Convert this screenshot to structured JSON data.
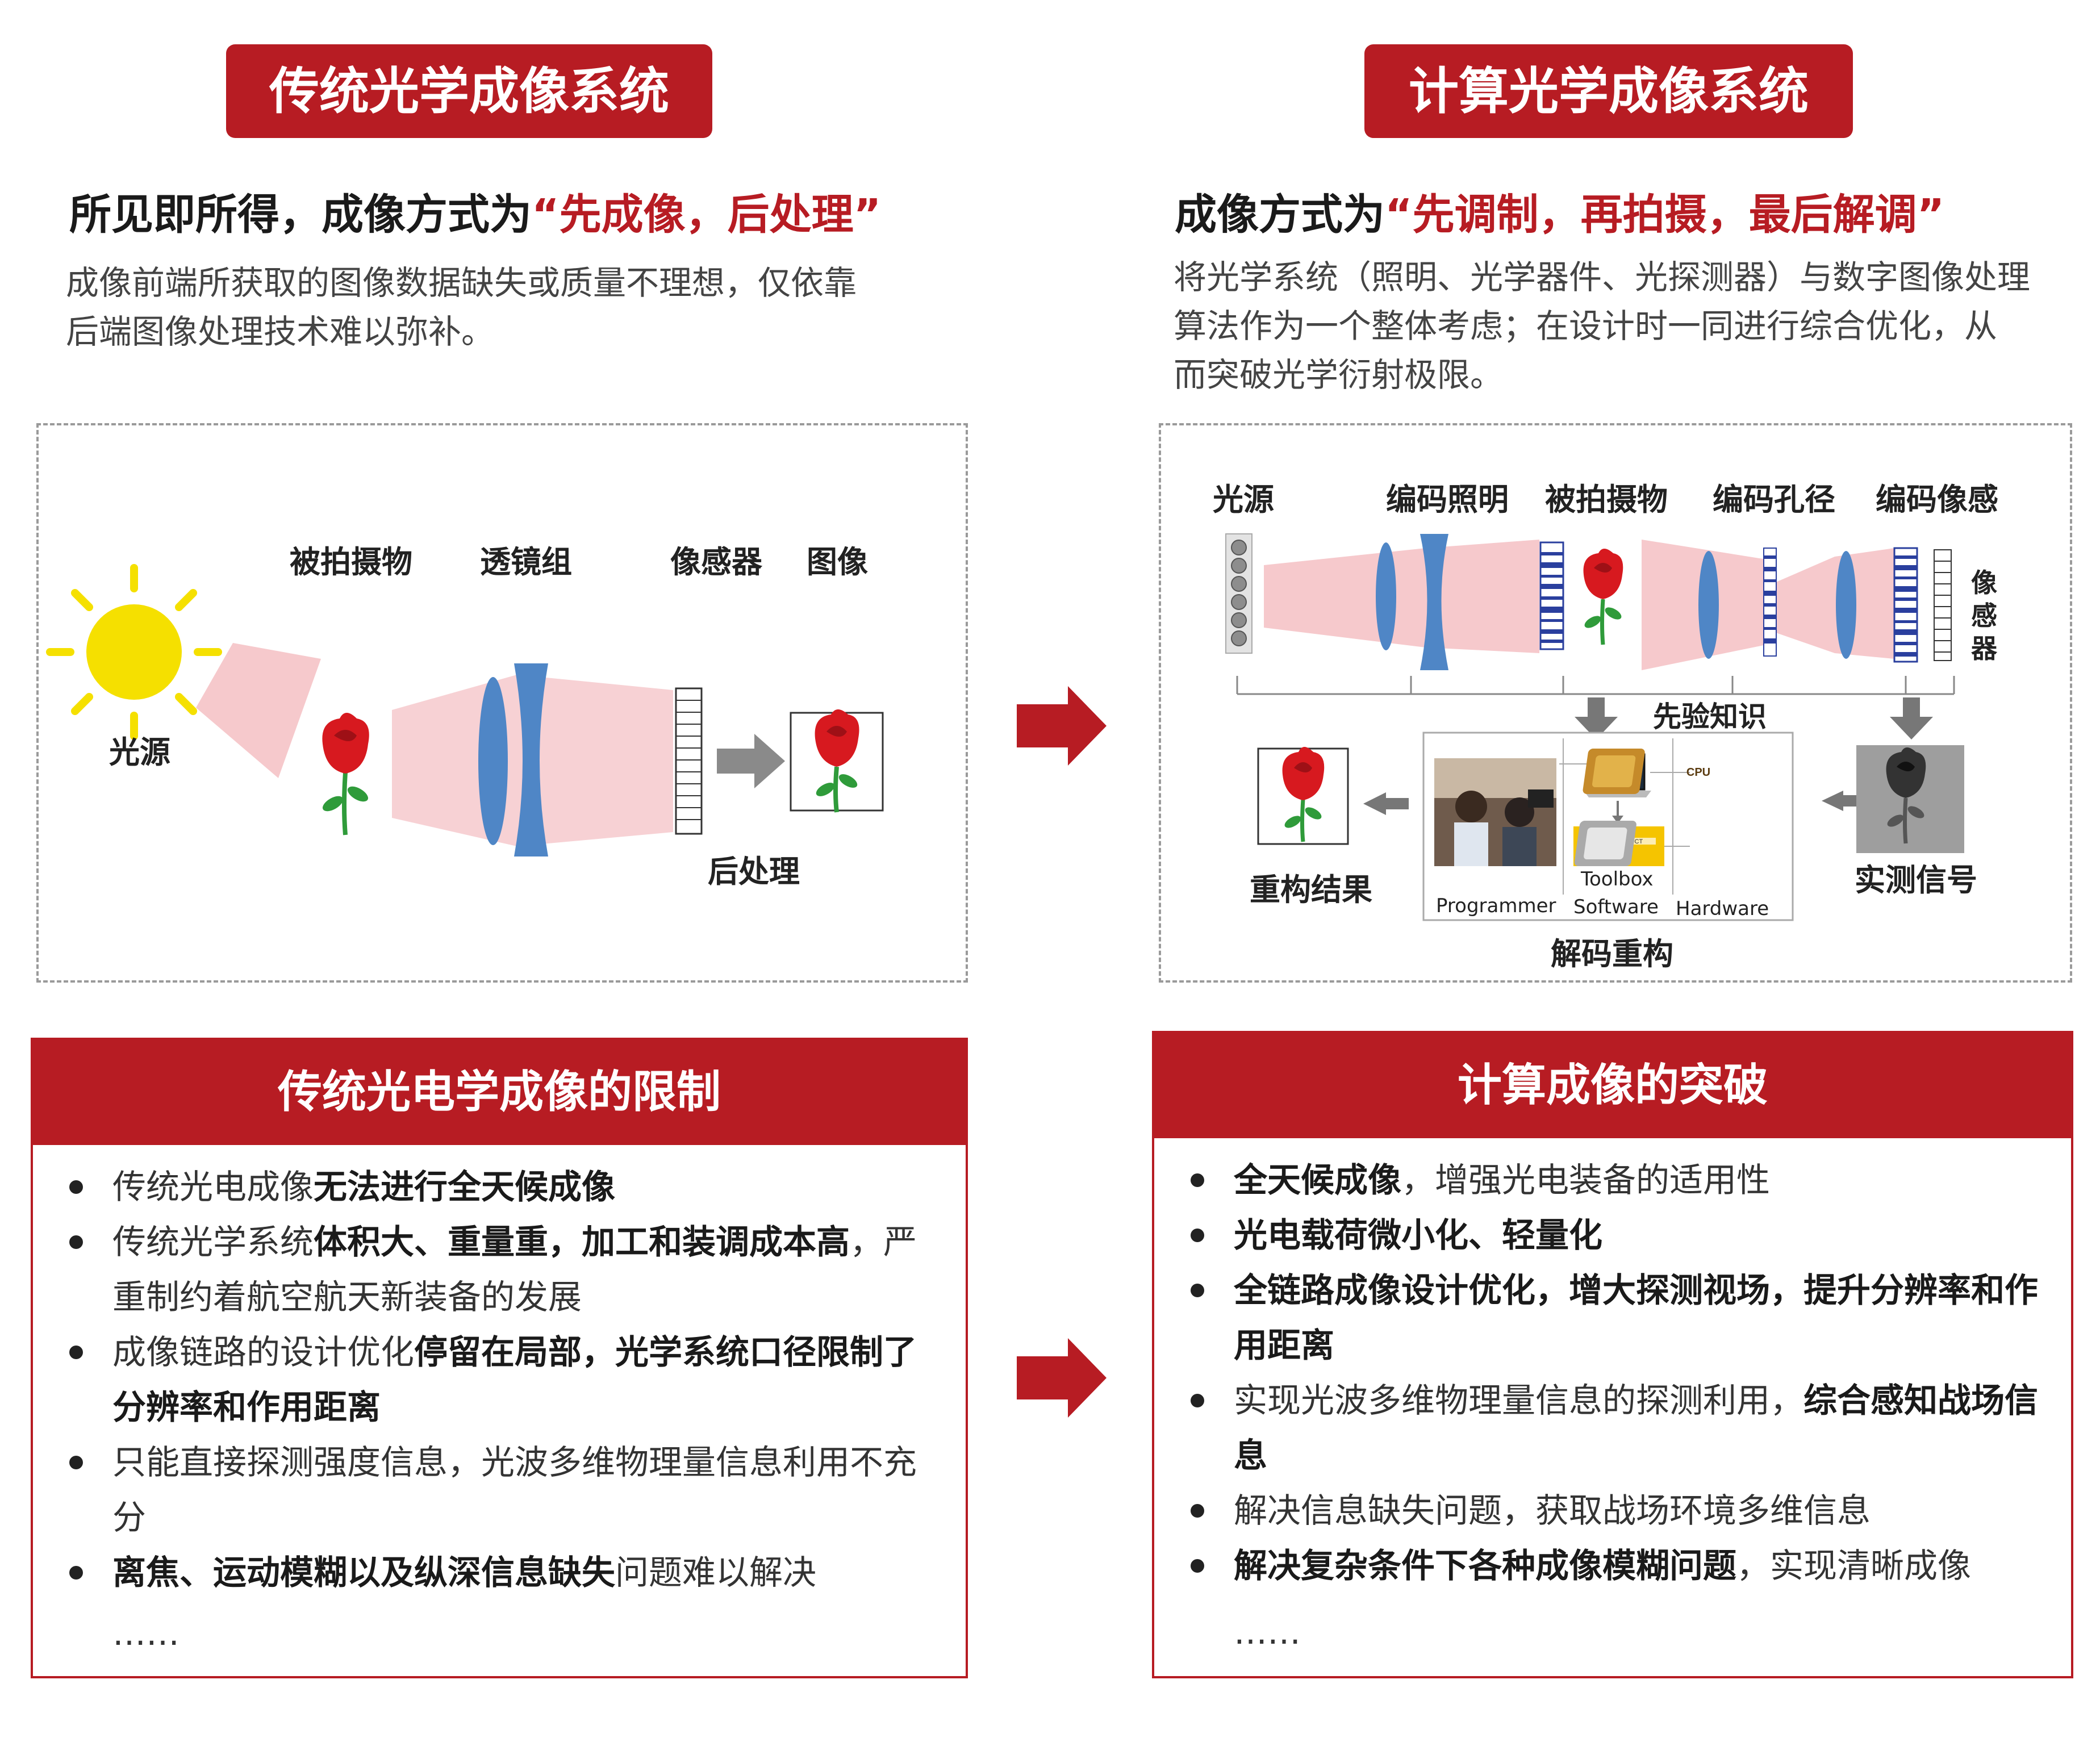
{
  "left": {
    "title": "传统光学成像系统",
    "subtitle_prefix": "所见即所得，成像方式为",
    "subtitle_red": "“先成像，后处理”",
    "desc_line1": "成像前端所获取的图像数据缺失或质量不理想，仅依靠",
    "desc_line2": "后端图像处理技术难以弥补。",
    "diagram": {
      "light_source": "光源",
      "object": "被拍摄物",
      "lens_group": "透镜组",
      "sensor": "像感器",
      "image": "图像",
      "post_process": "后处理"
    },
    "panel": {
      "header": "传统光电学成像的限制",
      "b1_a": "传统光电成像",
      "b1_b": "无法进行全天候成像",
      "b2_a": "传统光学系统",
      "b2_b": "体积大、重量重，加工和装调成本高",
      "b2_c": "，严重制约着航空航天新装备的发展",
      "b3_a": "成像链路的设计优化",
      "b3_b": "停留在局部，光学系统口径限制了分辨率和作用距离",
      "b4": "只能直接探测强度信息，光波多维物理量信息利用不充分",
      "b5_a": "离焦、运动模糊以及纵深信息缺失",
      "b5_b": "问题难以解决",
      "ellipsis": "……"
    }
  },
  "right": {
    "title": "计算光学成像系统",
    "subtitle_prefix": "成像方式为",
    "subtitle_red": "“先调制，再拍摄，最后解调”",
    "desc_line1": "将光学系统（照明、光学器件、光探测器）与数字图像处理",
    "desc_line2": "算法作为一个整体考虑；在设计时一同进行综合优化，从",
    "desc_line3": "而突破光学衍射极限。",
    "diagram": {
      "light_source": "光源",
      "coded_illumination": "编码照明",
      "object": "被拍摄物",
      "coded_aperture": "编码孔径",
      "coded_sensor": "编码像感",
      "sensor_v1": "像",
      "sensor_v2": "感",
      "sensor_v3": "器",
      "prior": "先验知识",
      "measured": "实测信号",
      "reconstruction": "重构结果",
      "decoding": "解码重构",
      "programmer": "Programmer",
      "toolbox": "Toolbox",
      "software": "Software",
      "hardware": "Hardware",
      "cpu": "CPU",
      "toolbox_brand": "RECONSTRUCT"
    },
    "panel": {
      "header": "计算成像的突破",
      "b1_a": "全天候成像",
      "b1_b": "，增强光电装备的适用性",
      "b2": "光电载荷微小化、轻量化",
      "b3": "全链路成像设计优化，增大探测视场，提升分辨率和作用距离",
      "b4_a": "实现光波多维物理量信息的探测利用，",
      "b4_b": "综合感知战场信息",
      "b5": "解决信息缺失问题，获取战场环境多维信息",
      "b6_a": "解决复杂条件下各种成像模糊问题",
      "b6_b": "，实现清晰成像",
      "ellipsis": "……"
    }
  },
  "colors": {
    "brand_red": "#b71c23",
    "beam_pink": "#f6c9cc",
    "lens_blue": "#4f86c6",
    "sun_yellow": "#f5e000",
    "arrow_gray": "#8a8a8a"
  }
}
